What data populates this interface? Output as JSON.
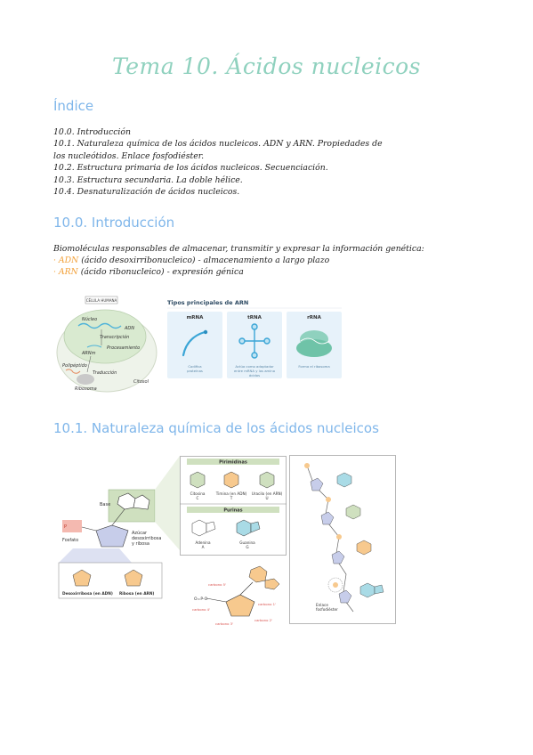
{
  "title": "Tema 10. Ácidos nucleicos",
  "index": {
    "heading": "Índice",
    "lines": [
      "10.0. Introducción",
      "10.1. Naturaleza química de los ácidos nucleicos. ADN y ARN. Propiedades de",
      "los nucleótidos. Enlace fosfodiéster.",
      "10.2. Estructura primaria de los ácidos nucleicos. Secuenciación.",
      "10.3. Estructura secundaria. La doble hélice.",
      "10.4. Desnaturalización de ácidos nucleicos."
    ]
  },
  "intro": {
    "heading": "10.0. Introducción",
    "lead": "Biomoléculas responsables de almacenar, transmitir y expresar la información genética:",
    "items": [
      {
        "bullet": "· ",
        "term": "ADN",
        "rest": " (ácido desoxirribonucleico) - almacenamiento a largo plazo"
      },
      {
        "bullet": "· ",
        "term": "ARN",
        "rest": " (ácido ribonucleico) - expresión génica"
      }
    ]
  },
  "cell_figure": {
    "cell_label": "CÉLULA HUMANA",
    "nucleus": "Núcleo",
    "dna": "ADN",
    "transcription": "Transcripción",
    "processing": "Procesamiento",
    "arnm": "ARNm",
    "polypeptide": "Polipéptido",
    "translation": "Traducción",
    "ribosome": "Ribosoma",
    "cytosol": "Citosol"
  },
  "rna_figure": {
    "title": "Tipos principales de ARN",
    "cards": [
      {
        "name": "mRNA",
        "caption1": "Codifica",
        "caption2": "proteínas",
        "caption3": ""
      },
      {
        "name": "tRNA",
        "caption1": "Actúa como adaptador",
        "caption2": "entre mRNA y los amino",
        "caption3": "ácidos"
      },
      {
        "name": "rRNA",
        "caption1": "Forma el ribosoma",
        "caption2": "",
        "caption3": ""
      }
    ]
  },
  "section1": {
    "heading": "10.1. Naturaleza química de los ácidos nucleicos"
  },
  "nucleotide_figure": {
    "base": "Base",
    "fosfato": "Fosfato",
    "sugar1": "Azúcar",
    "sugar2": "desoxirribosa",
    "sugar3": "y ribosa",
    "pyrimidines": "Pirimidinas",
    "purines": "Purinas",
    "cytosine": "Citosina",
    "cytosine_l": "C",
    "thymine": "Timina (en ADN)",
    "thymine_l": "T",
    "uracil": "Uracilo (en ARN)",
    "uracil_l": "U",
    "adenine": "Adenina",
    "adenine_l": "A",
    "guanine": "Guanina",
    "guanine_l": "G",
    "deoxyribose": "Desoxirribosa (en ADN)",
    "ribose": "Ribosa (en ARN)",
    "bond_label1": "Enlace",
    "bond_label2": "fosfodiéster",
    "carbon5": "carbono 5'",
    "carbon4": "carbono 4'",
    "carbon3": "carbono 3'",
    "carbon2": "carbono 2'",
    "carbon1": "carbono 1'"
  },
  "colors": {
    "title": "#8fd1be",
    "heading": "#7fb6ea",
    "highlight": "#f2a13a",
    "base_green": "#cfe0bf",
    "sugar_orange": "#f7c98e",
    "phosphate_pink": "#f4b9b0",
    "purine_blue": "#a9dbe6",
    "sugar_blue": "#c7cdea"
  }
}
